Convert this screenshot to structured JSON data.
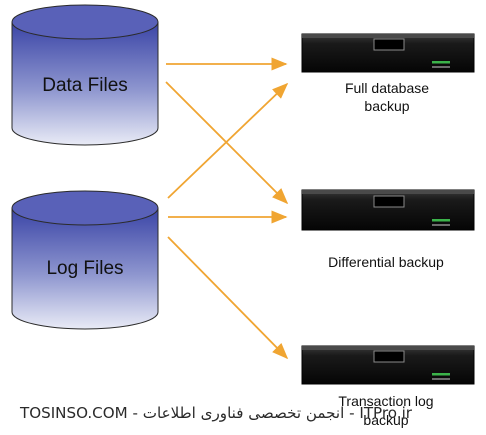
{
  "diagram": {
    "databases": [
      {
        "id": "data",
        "label": "Data Files"
      },
      {
        "id": "log",
        "label": "Log Files"
      }
    ],
    "devices": [
      {
        "id": "full",
        "label_lines": [
          "Full database",
          "backup"
        ]
      },
      {
        "id": "diff",
        "label_lines": [
          "Differential backup"
        ]
      },
      {
        "id": "tlog",
        "label_lines": [
          "Transaction log",
          "backup"
        ]
      }
    ],
    "connections": [
      {
        "from": "data",
        "to": "full"
      },
      {
        "from": "data",
        "to": "diff"
      },
      {
        "from": "log",
        "to": "full"
      },
      {
        "from": "log",
        "to": "diff"
      },
      {
        "from": "log",
        "to": "tlog"
      }
    ],
    "watermark": "TOSINSO.COM - انجمن تخصصی فناوری اطلاعات - ITPro.ir",
    "colors": {
      "cylinder_top": "#5961b8",
      "cylinder_body": "#2c3590",
      "arrow": "#f0a532",
      "device": "#161616",
      "device_led": "#3bb34a"
    }
  }
}
